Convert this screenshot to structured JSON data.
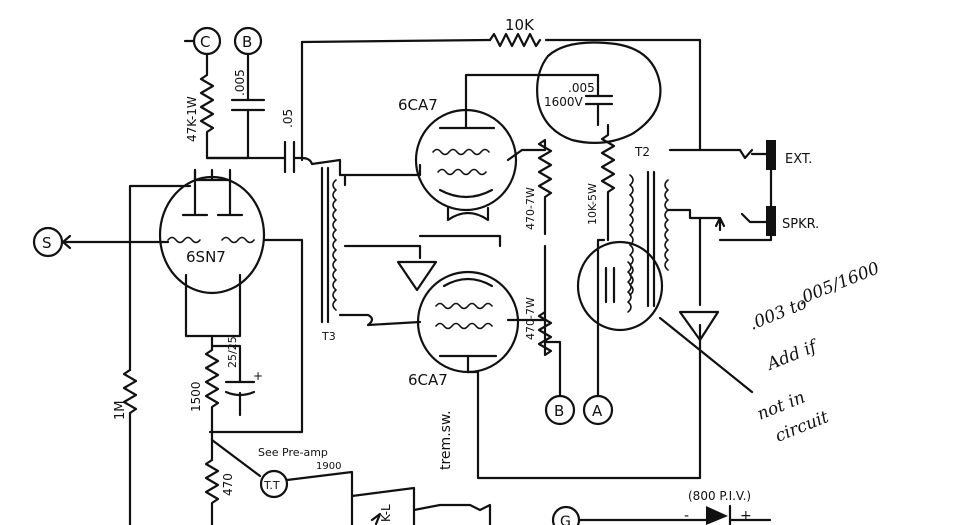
{
  "schematic": {
    "labels": {
      "r_feedback": "10K",
      "cap_plate_value": ".005",
      "cap_plate_voltage": "1600V",
      "tube_top": "6CA7",
      "tube_bottom": "6CA7",
      "tube_preamp": "6SN7",
      "r_47k": "47K-1W",
      "cap_005": ".005",
      "cap_05": ".05",
      "r_470_top": "470-7W",
      "r_470_bottom": "470-7W",
      "r_10k5w": "10K-5W",
      "t2": "T2",
      "t3": "T3",
      "ext": "EXT.",
      "spkr": "SPKR.",
      "r_1m": "1M",
      "r_1500": "1500",
      "cap_25": "25/25",
      "r_470": "470",
      "see_preamp": "See Pre-amp",
      "see_preamp_2": "1900",
      "trem_sw": "trem.sw.",
      "kl": "K-L",
      "piv": "(800 P.I.V.)",
      "minus": "-",
      "plus": "+"
    },
    "nodes": {
      "c": "C",
      "b_top": "B",
      "s": "S",
      "b_bottom": "B",
      "a": "A",
      "tt": "T.T",
      "g": "G"
    },
    "note_lines": [
      ".003 to",
      ".005/1600",
      "Add if",
      "not in",
      "circuit"
    ]
  }
}
